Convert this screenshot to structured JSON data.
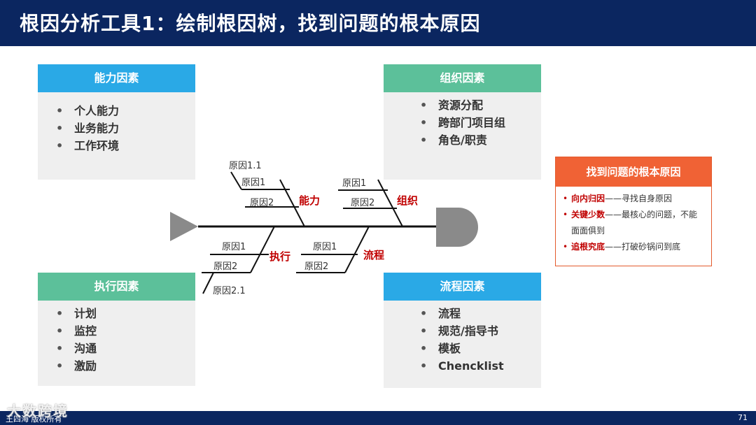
{
  "header": {
    "title": "根因分析工具1：绘制根因树，找到问题的根本原因"
  },
  "cards": {
    "ability": {
      "title": "能力因素",
      "items": [
        "个人能力",
        "业务能力",
        "工作环境"
      ]
    },
    "org": {
      "title": "组织因素",
      "items": [
        "资源分配",
        "跨部门项目组",
        "角色/职责"
      ]
    },
    "exec": {
      "title": "执行因素",
      "items": [
        "计划",
        "监控",
        "沟通",
        "激励"
      ]
    },
    "process": {
      "title": "流程因素",
      "items": [
        "流程",
        "规范/指导书",
        "模板",
        "Chencklist"
      ]
    }
  },
  "fishbone": {
    "ability": {
      "label": "能力",
      "causes": [
        "原因1.1",
        "原因1",
        "原因2"
      ]
    },
    "org": {
      "label": "组织",
      "causes": [
        "原因1",
        "原因2"
      ]
    },
    "exec": {
      "label": "执行",
      "causes": [
        "原因1",
        "原因2",
        "原因2.1"
      ]
    },
    "process": {
      "label": "流程",
      "causes": [
        "原因1",
        "原因2"
      ]
    }
  },
  "root": {
    "title": "找到问题的根本原因",
    "items": [
      {
        "key": "向内归因",
        "text": "——寻找自身原因"
      },
      {
        "key": "关键少数",
        "text": "——最核心的问题，不能",
        "cont": "面面俱到"
      },
      {
        "key": "追根究底",
        "text": "——打破砂锅问到底"
      }
    ]
  },
  "footer": {
    "copyright": "王四海 版权所有",
    "page": "71",
    "watermark": "大数跨境"
  },
  "colors": {
    "header": "#0b2660",
    "blue": "#2aa9e6",
    "green": "#5cc09a",
    "orange": "#f06235",
    "red": "#c00000"
  }
}
